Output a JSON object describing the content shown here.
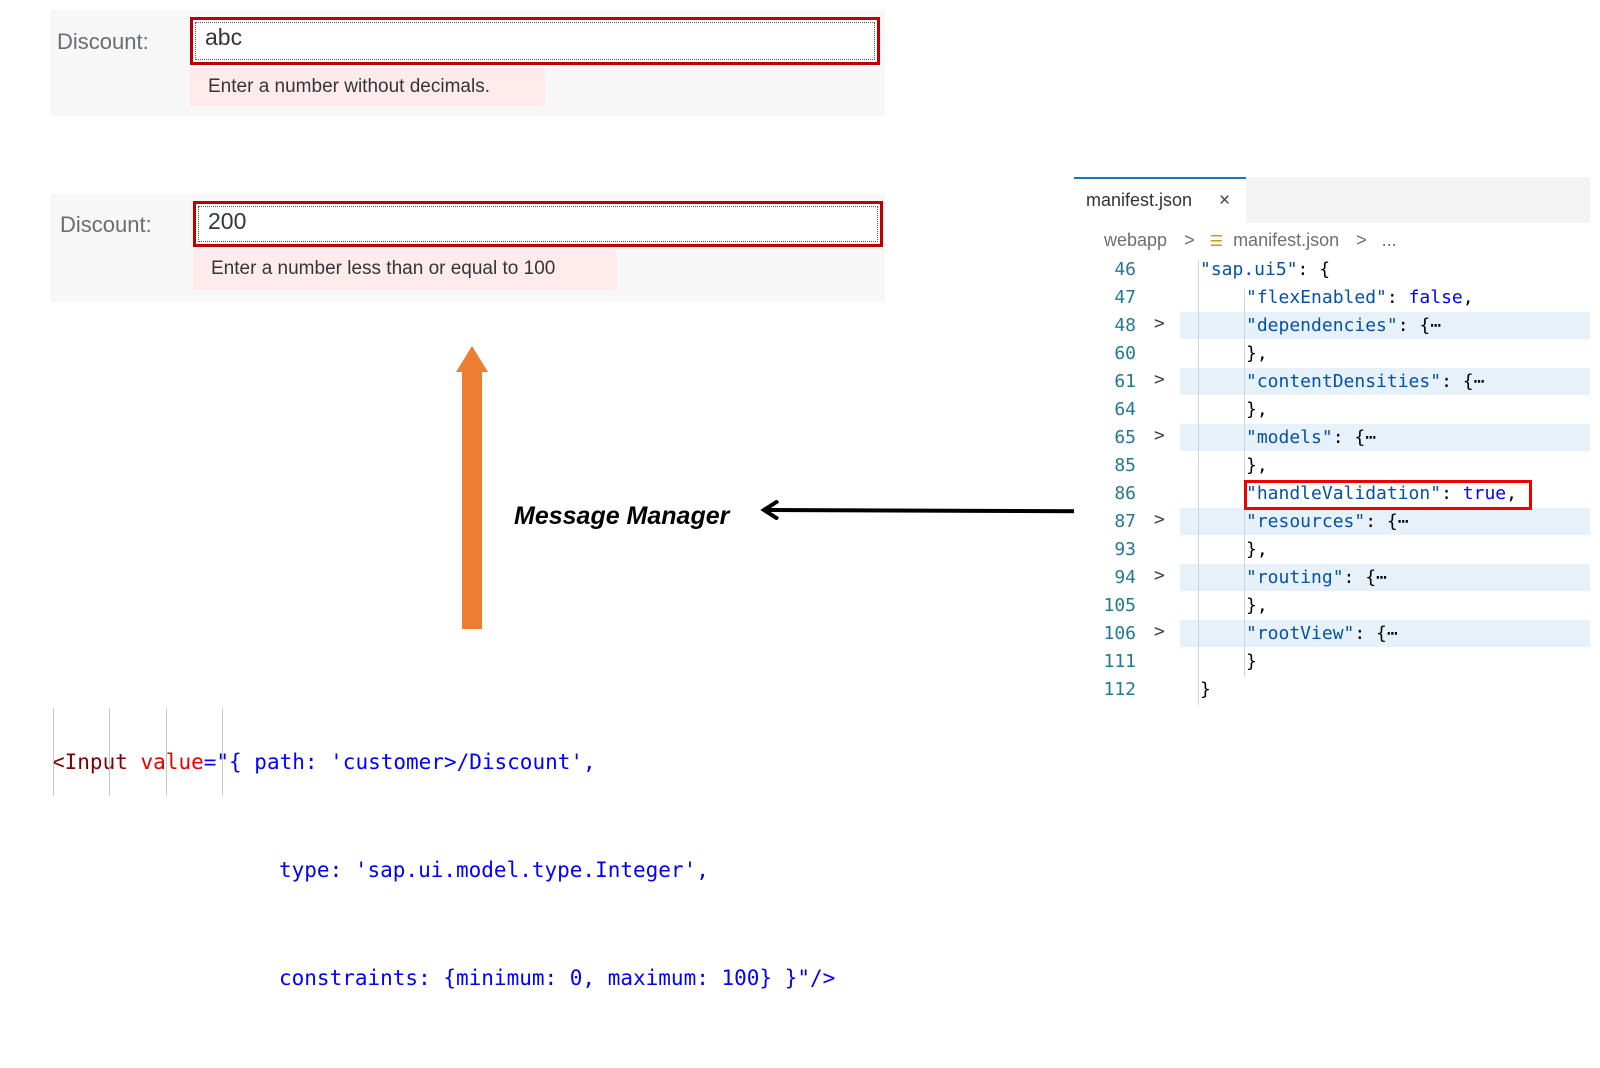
{
  "form1": {
    "label": "Discount:",
    "value": "abc",
    "error": "Enter a number without decimals."
  },
  "form2": {
    "label": "Discount:",
    "value": "200",
    "error": "Enter a number less than or equal to 100"
  },
  "annotation": {
    "label": "Message Manager"
  },
  "code_snippet": {
    "line1": {
      "tag": "<Input",
      "attr": "value",
      "rest": "=\"{ path: 'customer>/Discount',"
    },
    "line2": "type: 'sap.ui.model.type.Integer',",
    "line3": "constraints: {minimum: 0, maximum: 100} }\"/>"
  },
  "editor": {
    "tab": {
      "name": "manifest.json",
      "close": "×"
    },
    "breadcrumb": {
      "folder": "webapp",
      "sep1": ">",
      "file": "manifest.json",
      "sep2": ">",
      "more": "..."
    },
    "lines": [
      {
        "n": "46",
        "fold": "",
        "hl": false,
        "key": "\"sap.ui5\"",
        "rest": ": {",
        "indent": 1
      },
      {
        "n": "47",
        "fold": "",
        "hl": false,
        "key": "\"flexEnabled\"",
        "rest": ": ",
        "kw": "false",
        "tail": ",",
        "indent": 2
      },
      {
        "n": "48",
        "fold": ">",
        "hl": true,
        "key": "\"dependencies\"",
        "rest": ": {⋯",
        "indent": 2
      },
      {
        "n": "60",
        "fold": "",
        "hl": false,
        "key": "",
        "rest": "},",
        "indent": 2
      },
      {
        "n": "61",
        "fold": ">",
        "hl": true,
        "key": "\"contentDensities\"",
        "rest": ": {⋯",
        "indent": 2
      },
      {
        "n": "64",
        "fold": "",
        "hl": false,
        "key": "",
        "rest": "},",
        "indent": 2
      },
      {
        "n": "65",
        "fold": ">",
        "hl": true,
        "key": "\"models\"",
        "rest": ": {⋯",
        "indent": 2
      },
      {
        "n": "85",
        "fold": "",
        "hl": false,
        "key": "",
        "rest": "},",
        "indent": 2
      },
      {
        "n": "86",
        "fold": "",
        "hl": false,
        "key": "\"handleValidation\"",
        "rest": ": ",
        "kw": "true",
        "tail": ",",
        "indent": 2
      },
      {
        "n": "87",
        "fold": ">",
        "hl": true,
        "key": "\"resources\"",
        "rest": ": {⋯",
        "indent": 2
      },
      {
        "n": "93",
        "fold": "",
        "hl": false,
        "key": "",
        "rest": "},",
        "indent": 2
      },
      {
        "n": "94",
        "fold": ">",
        "hl": true,
        "key": "\"routing\"",
        "rest": ": {⋯",
        "indent": 2
      },
      {
        "n": "105",
        "fold": "",
        "hl": false,
        "key": "",
        "rest": "},",
        "indent": 2
      },
      {
        "n": "106",
        "fold": ">",
        "hl": true,
        "key": "\"rootView\"",
        "rest": ": {⋯",
        "indent": 2
      },
      {
        "n": "111",
        "fold": "",
        "hl": false,
        "key": "",
        "rest": "}",
        "indent": 2
      },
      {
        "n": "112",
        "fold": "",
        "hl": false,
        "key": "",
        "rest": "}",
        "indent": 1
      }
    ]
  },
  "colors": {
    "error_border": "#bb0000",
    "error_bg": "#ffebeb",
    "arrow_orange": "#ed7d31",
    "highlight_box": "#ee0000"
  }
}
